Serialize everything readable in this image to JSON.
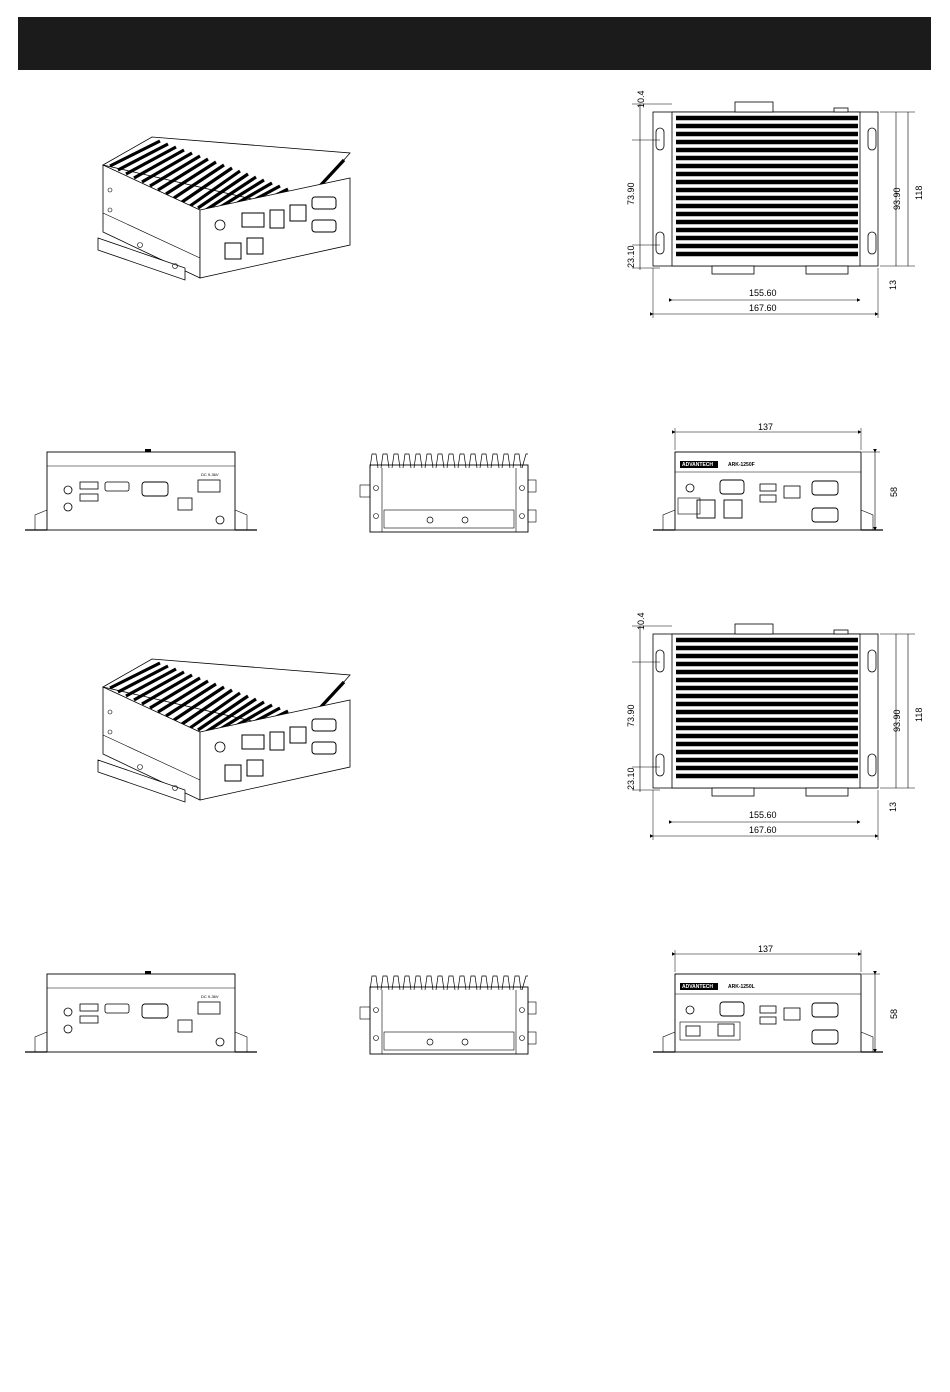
{
  "header": {
    "title": ""
  },
  "drawing_1": {
    "top_view": {
      "d_10_4": "10.4",
      "d_73_90": "73.90",
      "d_23_10": "23.10",
      "d_93_90": "93.90",
      "d_118": "118",
      "d_13": "13",
      "d_155_60": "155.60",
      "d_167_60": "167.60"
    },
    "front_view": {
      "width": "137",
      "height": "58",
      "brand": "ADVANTECH",
      "model": "ARK-1250F"
    }
  },
  "drawing_2": {
    "top_view": {
      "d_10_4": "10.4",
      "d_73_90": "73.90",
      "d_23_10": "23.10",
      "d_93_90": "93.90",
      "d_118": "118",
      "d_13": "13",
      "d_155_60": "155.60",
      "d_167_60": "167.60"
    },
    "front_view": {
      "width": "137",
      "height": "58",
      "brand": "ADVANTECH",
      "model": "ARK-1250L"
    }
  },
  "rear_view": {
    "dc_label": "DC 9-36V"
  }
}
